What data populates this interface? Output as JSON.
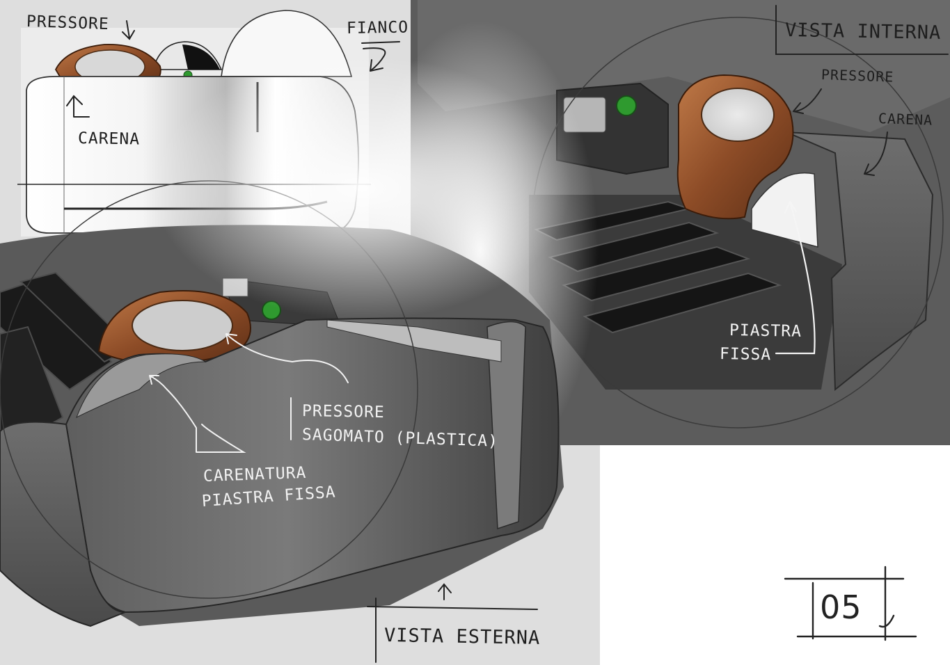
{
  "sheet": {
    "page_number": "05"
  },
  "side_view": {
    "pressore_label": "PRESSORE",
    "fianco_label": "FIANCO",
    "carena_label": "CARENA"
  },
  "internal_view": {
    "title": "VISTA INTERNA",
    "pressore_label": "PRESSORE",
    "carena_label": "CARENA",
    "piastra_label_line1": "PIASTRA",
    "piastra_label_line2": "FISSA"
  },
  "external_view": {
    "title": "VISTA ESTERNA",
    "pressore_line1": "PRESSORE",
    "pressore_line2": "SAGOMATO (PLASTICA)",
    "carenatura_line1": "CARENATURA",
    "carenatura_line2": "PIASTRA FISSA"
  },
  "colors": {
    "paper": "#dedede",
    "ink": "#1e1e1e",
    "body_dark": "#4a4a4a",
    "copper": "#9a5a33",
    "button_green": "#2f9a2f"
  }
}
